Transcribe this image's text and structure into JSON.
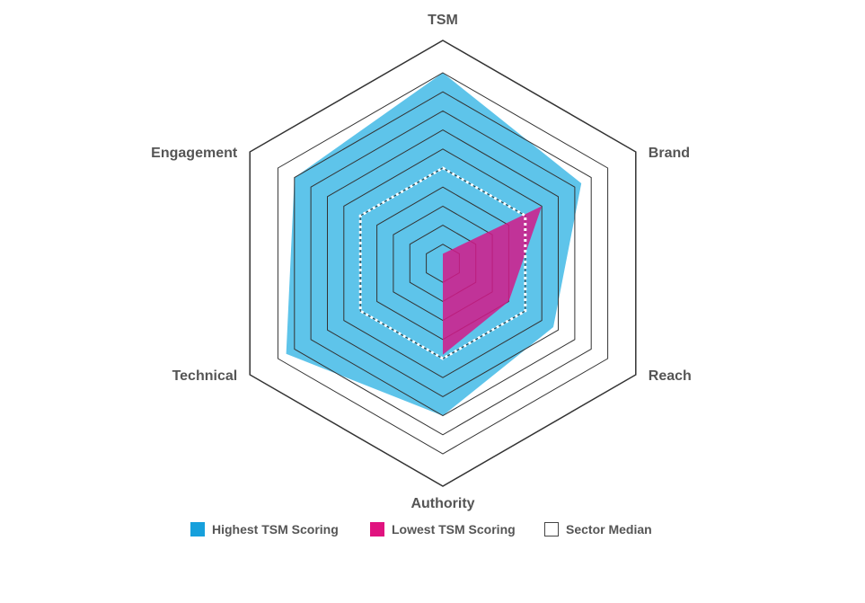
{
  "chart_data": {
    "type": "radar",
    "axes": [
      "TSM",
      "Brand",
      "Reach",
      "Authority",
      "Technical",
      "Engagement"
    ],
    "rmax": 10,
    "rings": [
      1,
      2,
      3,
      4,
      5,
      6,
      7,
      8,
      9,
      10
    ],
    "series": [
      {
        "name": "Highest TSM Scoring",
        "color": "#5ec4ea",
        "values": [
          10,
          8.4,
          6.7,
          8.0,
          9.5,
          9.0
        ]
      },
      {
        "name": "Lowest TSM Scoring",
        "color": "#d21a8a",
        "values": [
          0.5,
          6.0,
          4.0,
          4.8,
          0,
          0
        ]
      },
      {
        "name": "Sector Median",
        "color": "#ffffff",
        "values": [
          5,
          5,
          5,
          5,
          5,
          5
        ]
      }
    ]
  },
  "legend": [
    {
      "label": "Highest TSM Scoring",
      "color": "#16a0dc",
      "type": "filled"
    },
    {
      "label": "Lowest TSM Scoring",
      "color": "#e0137f",
      "type": "filled"
    },
    {
      "label": "Sector Median",
      "color": "#444444",
      "type": "outline"
    }
  ]
}
